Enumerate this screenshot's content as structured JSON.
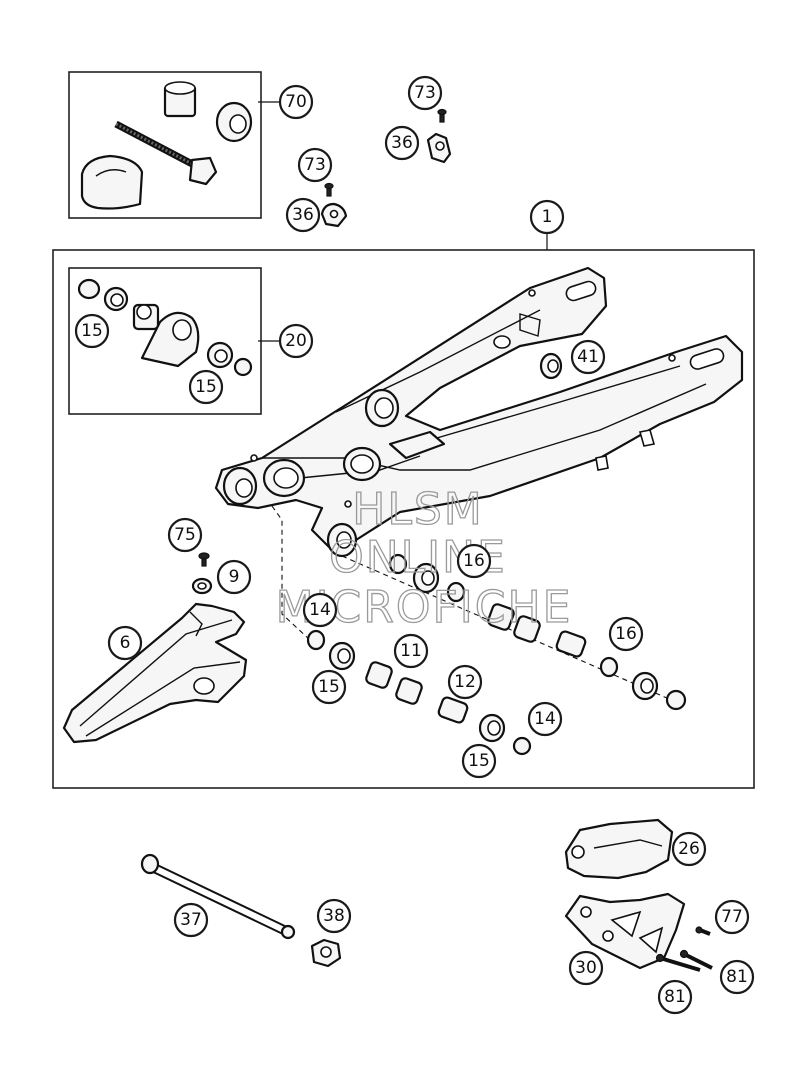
{
  "callouts": [
    {
      "id": "c70",
      "label": "70"
    },
    {
      "id": "c73a",
      "label": "73"
    },
    {
      "id": "c36a",
      "label": "36"
    },
    {
      "id": "c73b",
      "label": "73"
    },
    {
      "id": "c36b",
      "label": "36"
    },
    {
      "id": "c1",
      "label": "1"
    },
    {
      "id": "c15a",
      "label": "15"
    },
    {
      "id": "c20",
      "label": "20"
    },
    {
      "id": "c15b",
      "label": "15"
    },
    {
      "id": "c41",
      "label": "41"
    },
    {
      "id": "c75",
      "label": "75"
    },
    {
      "id": "c9",
      "label": "9"
    },
    {
      "id": "c6",
      "label": "6"
    },
    {
      "id": "c16a",
      "label": "16"
    },
    {
      "id": "c14a",
      "label": "14"
    },
    {
      "id": "c11",
      "label": "11"
    },
    {
      "id": "c16b",
      "label": "16"
    },
    {
      "id": "c15c",
      "label": "15"
    },
    {
      "id": "c12",
      "label": "12"
    },
    {
      "id": "c14b",
      "label": "14"
    },
    {
      "id": "c15d",
      "label": "15"
    },
    {
      "id": "c26",
      "label": "26"
    },
    {
      "id": "c37",
      "label": "37"
    },
    {
      "id": "c38",
      "label": "38"
    },
    {
      "id": "c77",
      "label": "77"
    },
    {
      "id": "c30",
      "label": "30"
    },
    {
      "id": "c81a",
      "label": "81"
    },
    {
      "id": "c81b",
      "label": "81"
    }
  ],
  "watermark": {
    "line1": "HLSM",
    "line2": "ONLINE",
    "line3": "MICROFICHE",
    "color": "#9a9a9a"
  }
}
